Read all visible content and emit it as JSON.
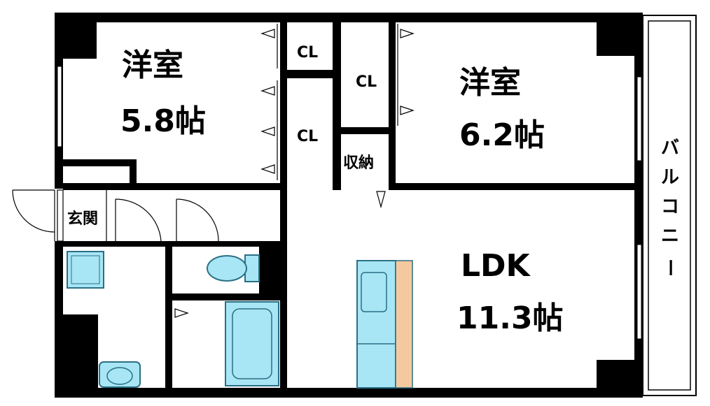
{
  "rooms": {
    "western_room_1": {
      "name": "洋室",
      "size": "5.8帖"
    },
    "western_room_2": {
      "name": "洋室",
      "size": "6.2帖"
    },
    "ldk": {
      "name": "LDK",
      "size": "11.3帖"
    },
    "closet_1": "CL",
    "closet_2": "CL",
    "closet_3": "CL",
    "storage": "収納",
    "entrance": "玄関",
    "balcony": [
      "バ",
      "ル",
      "コ",
      "ニ",
      "ー"
    ]
  },
  "colors": {
    "wall": "#000000",
    "fixture_fill": "#a8e6f5",
    "fixture_stroke": "#2a6f86",
    "counter": "#f5c9a0",
    "floor": "#ffffff"
  }
}
